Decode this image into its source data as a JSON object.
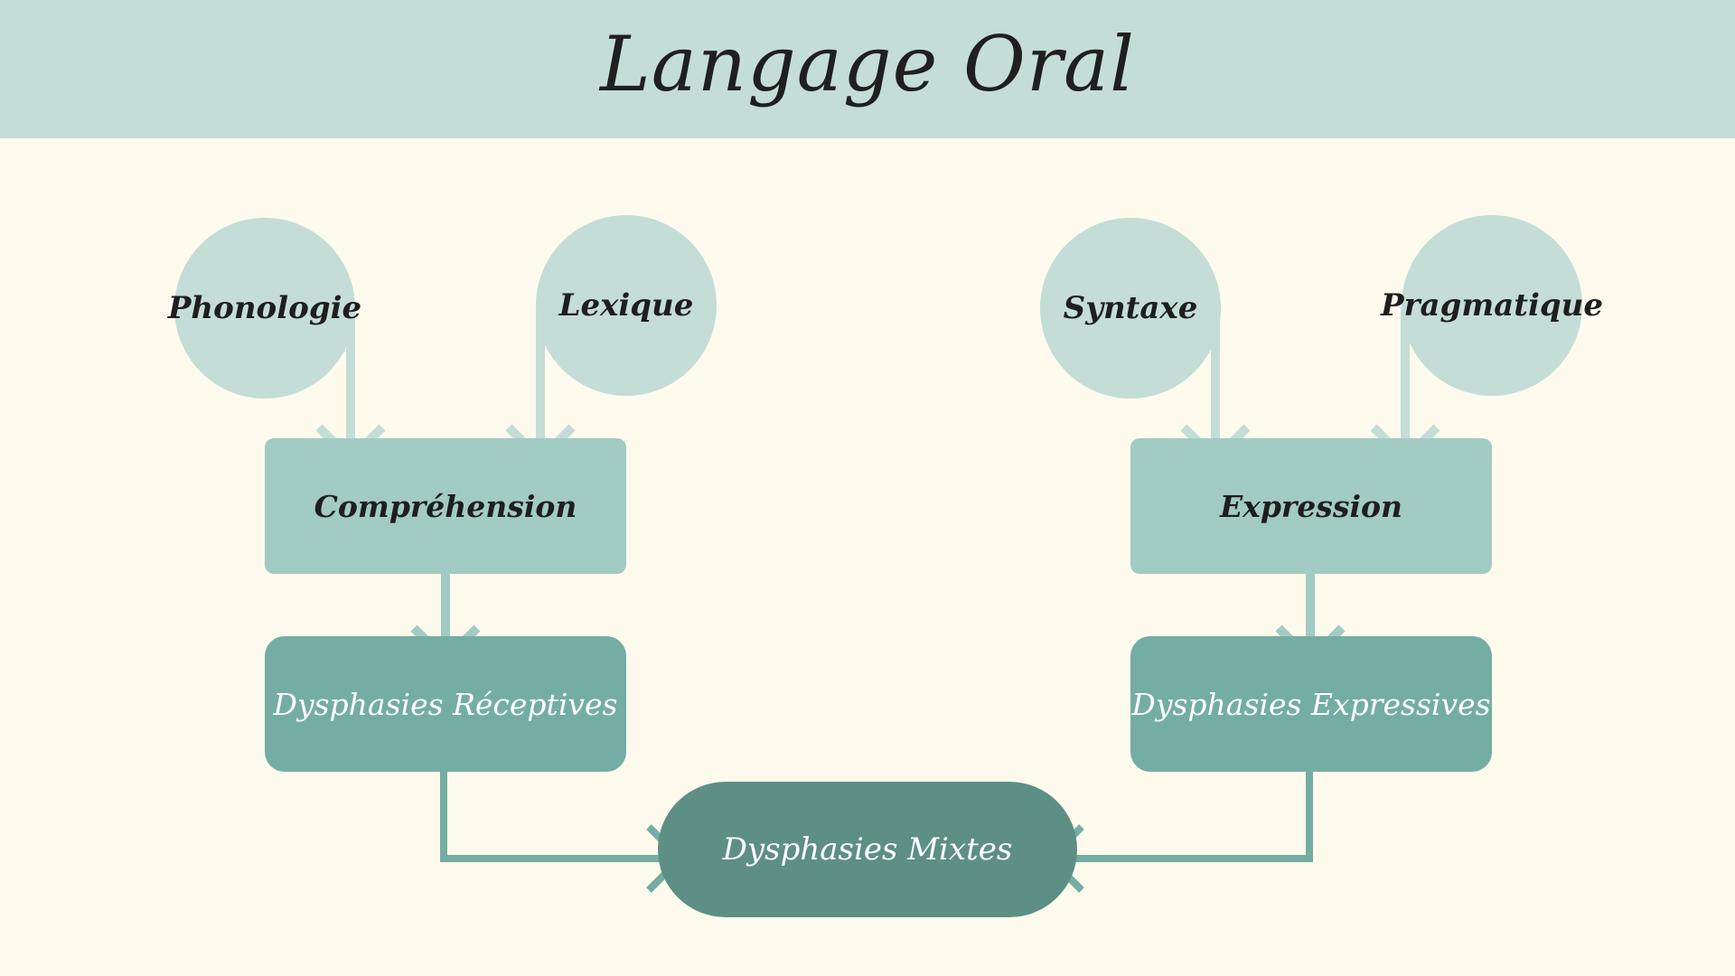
{
  "title": "Langage Oral",
  "nodes": {
    "phonologie": "Phonologie",
    "lexique": "Lexique",
    "syntaxe": "Syntaxe",
    "pragmatique": "Pragmatique",
    "comprehension": "Compréhension",
    "expression": "Expression",
    "dysphasies_receptives": "Dysphasies Réceptives",
    "dysphasies_expressives": "Dysphasies Expressives",
    "dysphasies_mixtes": "Dysphasies Mixtes"
  },
  "edges": [
    {
      "from": "Phonologie",
      "to": "Compréhension"
    },
    {
      "from": "Lexique",
      "to": "Compréhension"
    },
    {
      "from": "Syntaxe",
      "to": "Expression"
    },
    {
      "from": "Pragmatique",
      "to": "Expression"
    },
    {
      "from": "Compréhension",
      "to": "Dysphasies Réceptives"
    },
    {
      "from": "Expression",
      "to": "Dysphasies Expressives"
    },
    {
      "from": "Dysphasies Réceptives",
      "to": "Dysphasies Mixtes"
    },
    {
      "from": "Dysphasies Expressives",
      "to": "Dysphasies Mixtes"
    }
  ],
  "colors": {
    "background": "#fefbee",
    "header": "#c4ddd7",
    "circle": "#c4ddd7",
    "box_light": "#a2cbc3",
    "box_mid": "#74ada3",
    "box_dark": "#5d8f85"
  }
}
